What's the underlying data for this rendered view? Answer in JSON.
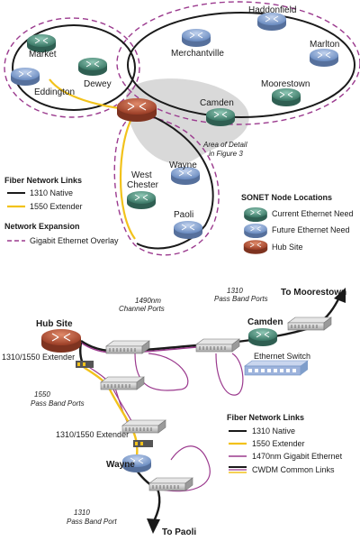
{
  "colors": {
    "native_line": "#1a1a1a",
    "extender_line": "#f2c21b",
    "gbe_line": "#9b3a8e",
    "overlay_dash": "#9b3a8e",
    "current_node": "#4f8f7c",
    "future_node": "#7f9ecb",
    "hub_node": "#b5553a",
    "detail_area": "#d9d9d9"
  },
  "top": {
    "nodes": {
      "market": "Market",
      "dewey": "Dewey",
      "eddington": "Eddington",
      "merchantville": "Merchantville",
      "haddonfield": "Haddonfield",
      "marlton": "Marlton",
      "moorestown": "Moorestown",
      "camden": "Camden",
      "west_chester_1": "West",
      "west_chester_2": "Chester",
      "wayne": "Wayne",
      "paoli": "Paoli"
    },
    "area_note_1": "Area of Detail",
    "area_note_2": "in Figure 3",
    "fiber_legend": {
      "title": "Fiber Network Links",
      "native": "1310 Native",
      "extender": "1550 Extender"
    },
    "expansion_legend": {
      "title": "Network Expansion",
      "overlay": "Gigabit Ethernet Overlay"
    },
    "sonet_legend": {
      "title": "SONET Node Locations",
      "current": "Current Ethernet Need",
      "future": "Future Ethernet Need",
      "hub": "Hub Site"
    }
  },
  "bottom": {
    "to_moorestown": "To Moorestown",
    "to_paoli": "To Paoli",
    "hub_site": "Hub Site",
    "camden": "Camden",
    "wayne": "Wayne",
    "ethernet_switch": "Ethernet Switch",
    "extender_1": "1310/1550 Extender",
    "extender_2": "1310/1550 Extender",
    "channel_ports_1": "1490nm",
    "channel_ports_2": "Channel Ports",
    "pass_band_1310_1": "1310",
    "pass_band_1310_2": "Pass Band Ports",
    "pass_band_1550_1": "1550",
    "pass_band_1550_2": "Pass Band Ports",
    "pass_band_port_1": "1310",
    "pass_band_port_2": "Pass Band Port",
    "legend": {
      "title": "Fiber Network Links",
      "native": "1310 Native",
      "extender": "1550 Extender",
      "gbe": "1470nm Gigabit Ethernet",
      "cwdm": "CWDM Common Links"
    }
  }
}
